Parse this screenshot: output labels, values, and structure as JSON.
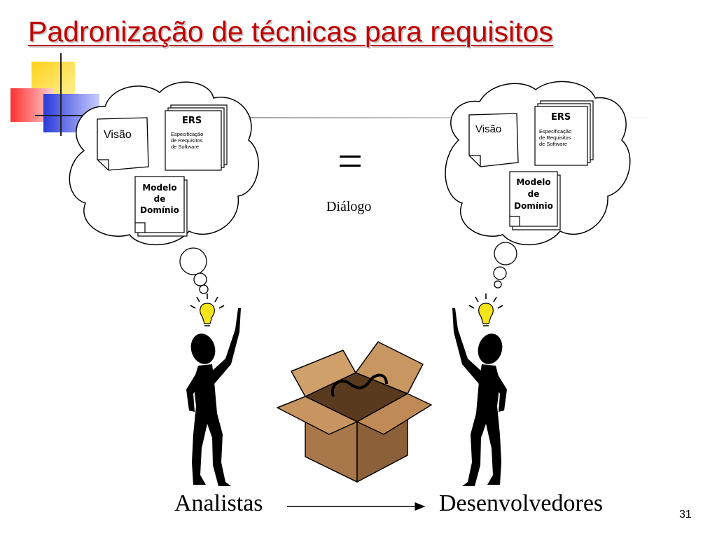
{
  "slide": {
    "title": "Padronização de técnicas para requisitos",
    "title_color": "#c00000",
    "page_number": "31"
  },
  "left_thought": {
    "doc_vision": "Visão",
    "doc_ers_title": "ERS",
    "doc_ers_line1": "Especificação",
    "doc_ers_line2": "de Requisitos",
    "doc_ers_line3": "de Software",
    "doc_domain_line1": "Modelo",
    "doc_domain_line2": "de",
    "doc_domain_line3": "Domínio"
  },
  "right_thought": {
    "doc_vision": "Visão",
    "doc_ers_title": "ERS",
    "doc_ers_line1": "Especificação",
    "doc_ers_line2": "de Requisitos",
    "doc_ers_line3": "de Software",
    "doc_domain_line1": "Modelo",
    "doc_domain_line2": "de",
    "doc_domain_line3": "Domínio"
  },
  "center": {
    "equals": "=",
    "dialog_label": "Diálogo"
  },
  "flow": {
    "from_label": "Analistas",
    "to_label": "Desenvolvedores"
  },
  "icons": {
    "lightbulb_color": "#f5e41a",
    "box_color": "#b8865a"
  }
}
